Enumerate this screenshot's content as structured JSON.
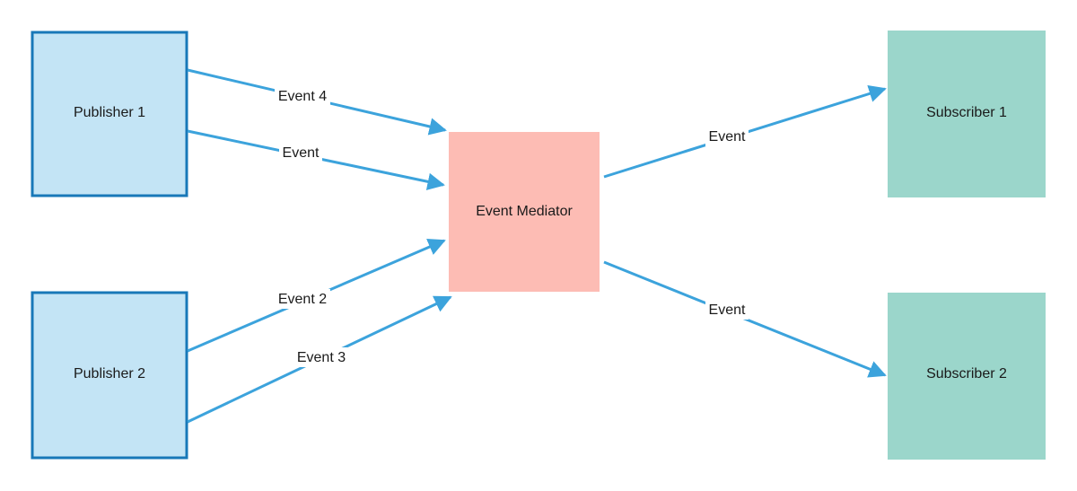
{
  "colors": {
    "publisher_fill": "#c3e4f5",
    "publisher_stroke": "#1878b8",
    "mediator_fill": "#fdbcb4",
    "subscriber_fill": "#9bd6cb",
    "arrow": "#3ca3dc"
  },
  "nodes": {
    "publisher1": "Publisher 1",
    "publisher2": "Publisher 2",
    "mediator": "Event Mediator",
    "subscriber1": "Subscriber 1",
    "subscriber2": "Subscriber 2"
  },
  "edges": {
    "p1_event4": "Event 4",
    "p1_event": "Event",
    "p2_event2": "Event 2",
    "p2_event3": "Event 3",
    "m_s1_event": "Event",
    "m_s2_event": "Event"
  }
}
